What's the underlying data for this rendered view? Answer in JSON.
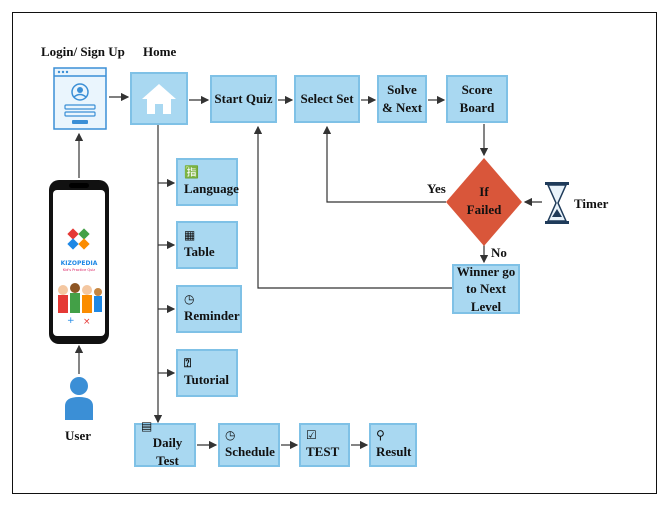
{
  "labels": {
    "login": "Login/ Sign Up",
    "home": "Home",
    "user": "User",
    "timer": "Timer",
    "yes": "Yes",
    "no": "No"
  },
  "flow": {
    "start_quiz": "Start Quiz",
    "select_set": "Select Set",
    "solve_next": "Solve\n& Next",
    "score_board": "Score\nBoard",
    "if_failed": "If\nFailed",
    "winner": "Winner go\nto Next Level"
  },
  "menu": {
    "language": "Language",
    "table": "Table",
    "reminder": "Reminder",
    "tutorial": "Tutorial"
  },
  "bottom": {
    "daily_test": "Daily Test",
    "schedule": "Schedule",
    "test": "TEST",
    "result": "Result"
  },
  "phone": {
    "app_name": "KIZOPEDIA",
    "tagline": "Kid's Practice Quiz"
  },
  "colors": {
    "box_fill": "#a9d8f1",
    "box_border": "#7fc1e6",
    "diamond": "#d9563a",
    "line": "#333333",
    "accent_blue": "#3b8fd6"
  },
  "icons": {
    "login": "login-window-icon",
    "home": "home-icon",
    "language": "language-icon",
    "table": "table-icon",
    "reminder": "clock-icon",
    "tutorial": "tutorial-icon",
    "daily_test": "document-icon",
    "schedule": "clock-icon",
    "test": "checkbox-icon",
    "result": "magnifier-icon",
    "timer": "hourglass-icon",
    "user": "user-icon"
  }
}
